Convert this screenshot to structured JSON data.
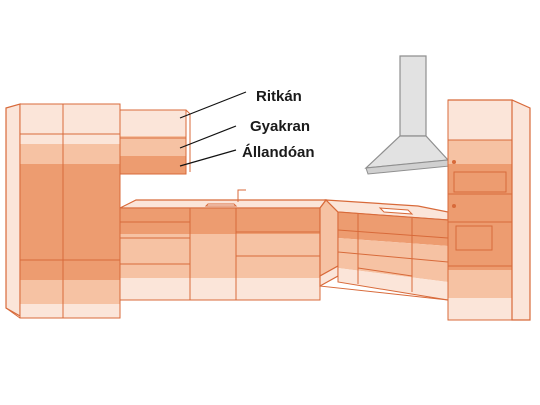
{
  "labels": {
    "rarely": "Ritkán",
    "often": "Gyakran",
    "constantly": "Állandóan"
  },
  "colors": {
    "rarely": "#fbe5d9",
    "often": "#f6c2a3",
    "constantly": "#ed9c70",
    "outline": "#d86a3a",
    "hood_fill": "#e2e2e2",
    "hood_stroke": "#8f8f8f",
    "leader": "#111111"
  }
}
